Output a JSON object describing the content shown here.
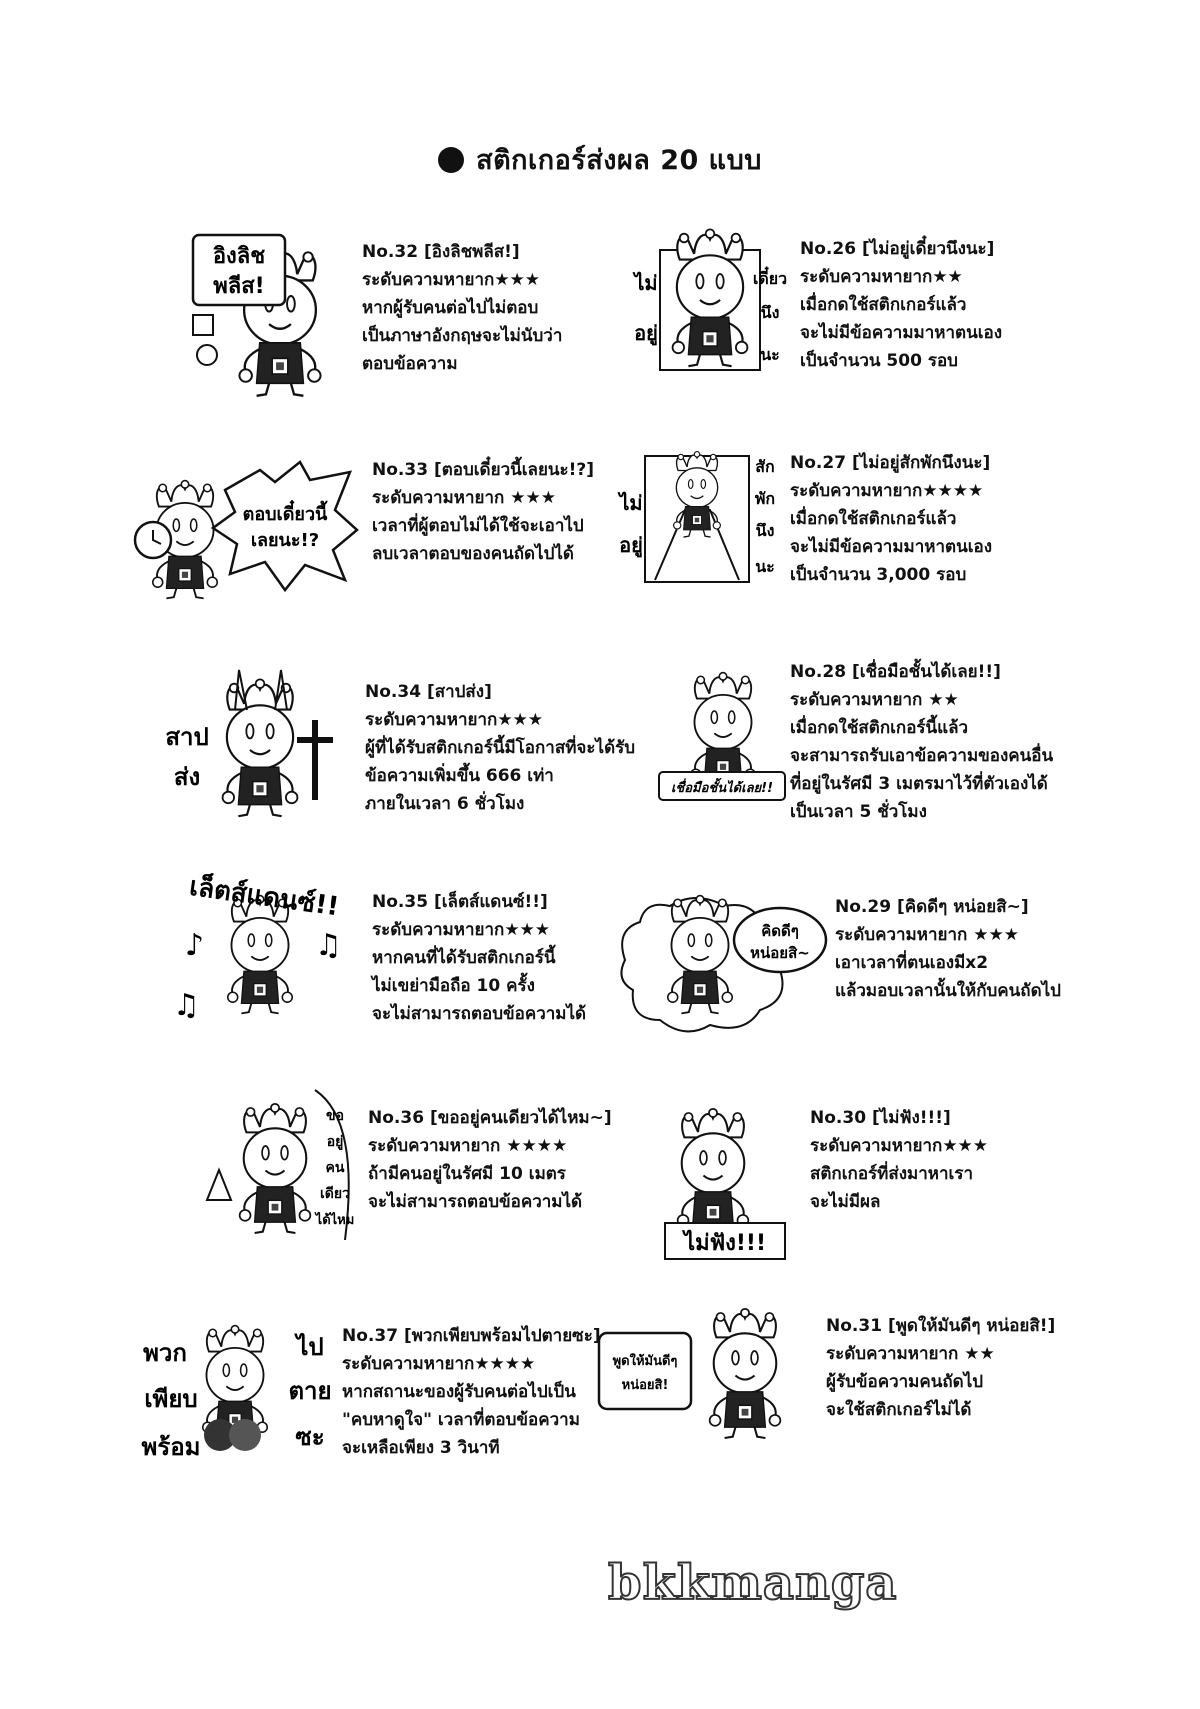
{
  "title": "สติกเกอร์ส่งผล 20 แบบ",
  "watermark": "bkkmanga",
  "stickers": [
    {
      "id": "no32",
      "heading": "No.32 [อิงลิชพลีส!]",
      "lines": [
        "ระดับความหายาก★★★",
        "หากผู้รับคนต่อไปไม่ตอบ",
        "เป็นภาษาอังกฤษจะไม่นับว่า",
        "ตอบข้อความ"
      ],
      "art_text": [
        "อิงลิช",
        "พลีส!"
      ]
    },
    {
      "id": "no26",
      "heading": "No.26 [ไม่อยู่เดี๋ยวนึงนะ]",
      "lines": [
        "ระดับความหายาก★★",
        "เมื่อกดใช้สติกเกอร์แล้ว",
        "จะไม่มีข้อความมาหาตนเอง",
        "เป็นจำนวน 500 รอบ"
      ],
      "art_text": [
        "ไม่",
        "อยู่",
        "เดี๋ยว",
        "นึง",
        "นะ"
      ]
    },
    {
      "id": "no33",
      "heading": "No.33 [ตอบเดี๋ยวนี้เลยนะ!?]",
      "lines": [
        "ระดับความหายาก ★★★",
        "เวลาที่ผู้ตอบไม่ได้ใช้จะเอาไป",
        "ลบเวลาตอบของคนถัดไปได้"
      ],
      "art_text": [
        "ตอบเดี๋ยวนี้",
        "เลยนะ!?"
      ]
    },
    {
      "id": "no27",
      "heading": "No.27 [ไม่อยู่สักพักนึงนะ]",
      "lines": [
        "ระดับความหายาก★★★★",
        "เมื่อกดใช้สติกเกอร์แล้ว",
        "จะไม่มีข้อความมาหาตนเอง",
        "เป็นจำนวน 3,000 รอบ"
      ],
      "art_text": [
        "ไม่",
        "อยู่",
        "สัก",
        "พัก",
        "นึง",
        "นะ"
      ]
    },
    {
      "id": "no34",
      "heading": "No.34 [สาปส่ง]",
      "lines": [
        "ระดับความหายาก★★★",
        "ผู้ที่ได้รับสติกเกอร์นี้มีโอกาสที่จะได้รับ",
        "ข้อความเพิ่มขึ้น 666 เท่า",
        "ภายในเวลา 6 ชั่วโมง"
      ],
      "art_text": [
        "สาป",
        "ส่ง"
      ]
    },
    {
      "id": "no28",
      "heading": "No.28 [เชื่อมือชั้นได้เลย!!]",
      "lines": [
        "ระดับความหายาก ★★",
        "เมื่อกดใช้สติกเกอร์นี้แล้ว",
        "จะสามารถรับเอาข้อความของคนอื่น",
        "ที่อยู่ในรัศมี 3 เมตรมาไว้ที่ตัวเองได้",
        "เป็นเวลา 5 ชั่วโมง"
      ],
      "art_text": [
        "เชื่อมือชั้นได้เลย!!"
      ]
    },
    {
      "id": "no35",
      "heading": "No.35 [เล็ตส์แดนซ์!!]",
      "lines": [
        "ระดับความหายาก★★★",
        "หากคนที่ได้รับสติกเกอร์นี้",
        "ไม่เขย่ามือถือ 10 ครั้ง",
        "จะไม่สามารถตอบข้อความได้"
      ],
      "art_text": [
        "เล็ตส์แดนซ์!!"
      ]
    },
    {
      "id": "no29",
      "heading": "No.29 [คิดดีๆ หน่อยสิ~]",
      "lines": [
        "ระดับความหายาก ★★★",
        "เอาเวลาที่ตนเองมีx2",
        "แล้วมอบเวลานั้นให้กับคนถัดไป"
      ],
      "art_text": [
        "คิดดีๆ",
        "หน่อยสิ~"
      ]
    },
    {
      "id": "no36",
      "heading": "No.36 [ขออยู่คนเดียวได้ไหม~]",
      "lines": [
        "ระดับความหายาก ★★★★",
        "ถ้ามีคนอยู่ในรัศมี 10 เมตร",
        "จะไม่สามารถตอบข้อความได้"
      ],
      "art_text": [
        "ขอ",
        "อยู่",
        "คน",
        "เดียว",
        "ได้ไหม"
      ]
    },
    {
      "id": "no30",
      "heading": "No.30 [ไม่ฟัง!!!]",
      "lines": [
        "ระดับความหายาก★★★",
        "สติกเกอร์ที่ส่งมาหาเรา",
        "จะไม่มีผล"
      ],
      "art_text": [
        "ไม่ฟัง!!!"
      ]
    },
    {
      "id": "no37",
      "heading": "No.37 [พวกเพียบพร้อมไปตายซะ]",
      "lines": [
        "ระดับความหายาก★★★★",
        "หากสถานะของผู้รับคนต่อไปเป็น",
        "\"คบหาดูใจ\" เวลาที่ตอบข้อความ",
        "จะเหลือเพียง 3 วินาที"
      ],
      "art_text": [
        "พวก",
        "เพียบ",
        "พร้อม",
        "ไป",
        "ตาย",
        "ซะ"
      ]
    },
    {
      "id": "no31",
      "heading": "No.31 [พูดให้มันดีๆ หน่อยสิ!]",
      "lines": [
        "ระดับความหายาก ★★",
        "ผู้รับข้อความคนถัดไป",
        "จะใช้สติกเกอร์ไม่ได้"
      ],
      "art_text": [
        "พูดให้มันดีๆ",
        "หน่อยสิ!"
      ]
    }
  ]
}
